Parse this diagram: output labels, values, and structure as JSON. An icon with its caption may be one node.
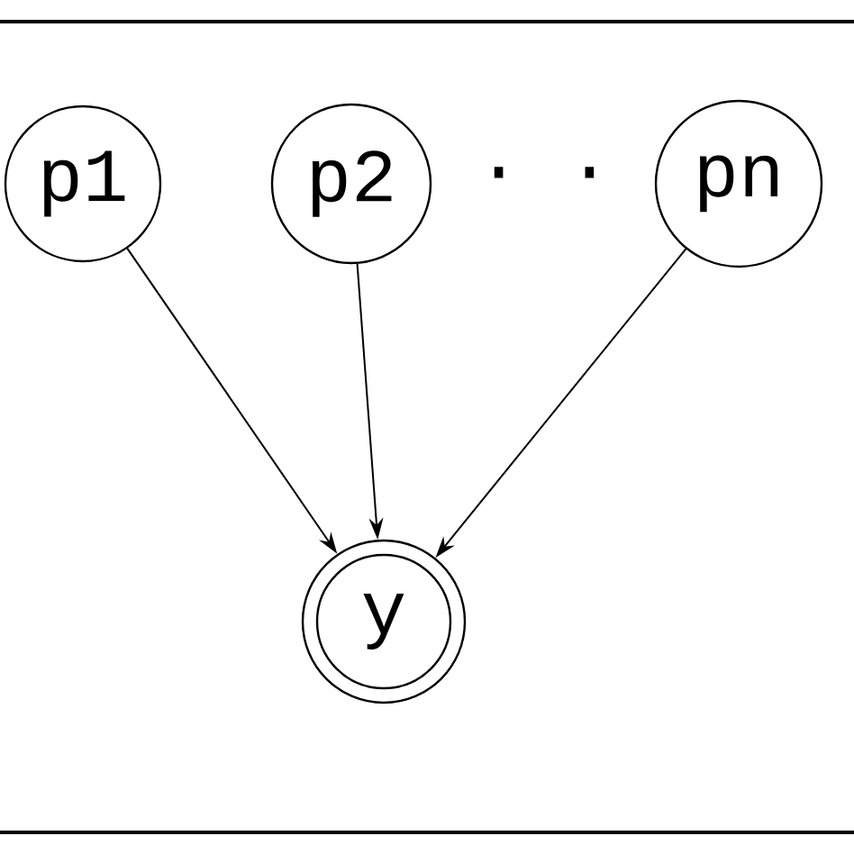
{
  "diagram": {
    "nodes": [
      {
        "text": [
          "p1"
        ]
      },
      {
        "text": [
          "p2"
        ]
      },
      {
        "text": [
          "pn"
        ]
      },
      {
        "text": [
          "y"
        ]
      }
    ],
    "edges": [
      {
        "from": 0,
        "to": 3,
        "arrow": "to"
      },
      {
        "from": 1,
        "to": 3,
        "arrow": "to"
      },
      {
        "from": 2,
        "to": 3,
        "arrow": "to"
      }
    ],
    "labels": [
      "· ·"
    ]
  }
}
